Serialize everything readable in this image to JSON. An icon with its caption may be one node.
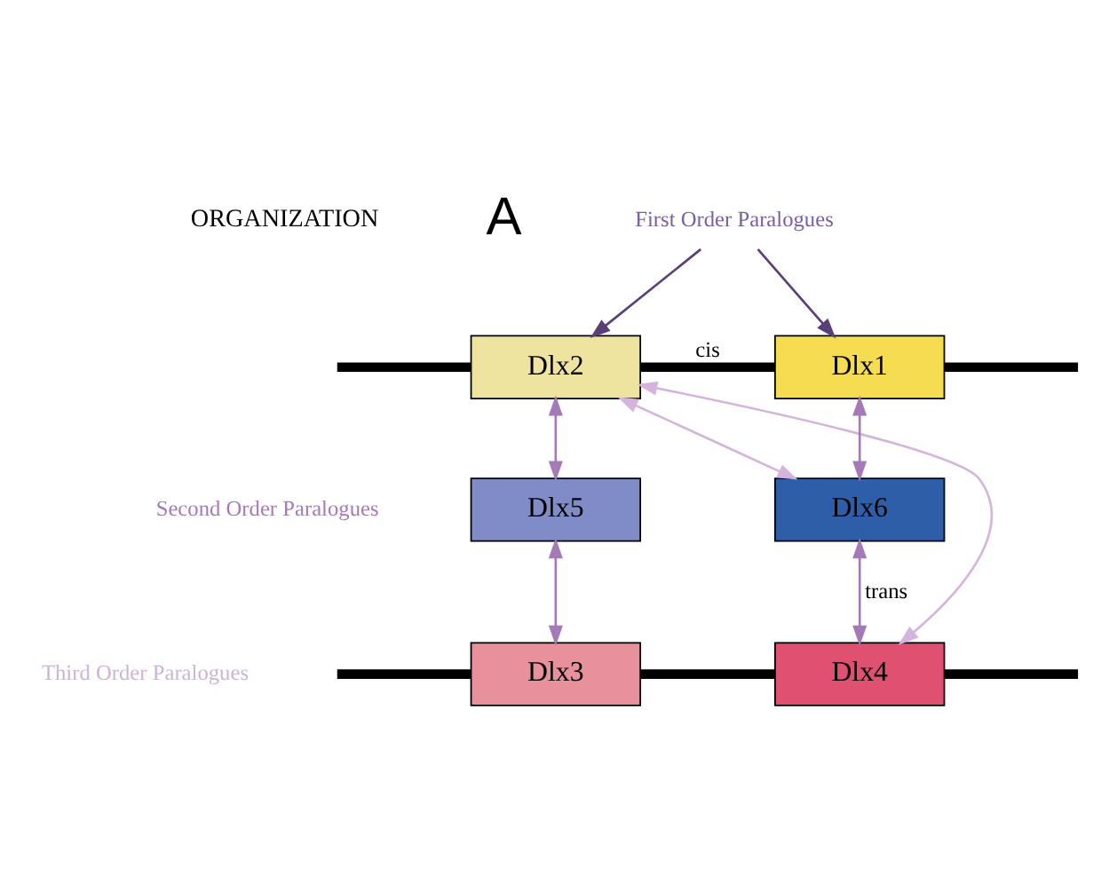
{
  "diagram": {
    "nodes": [
      {
        "text": [
          "First Order Paralogues"
        ]
      },
      {
        "text": [
          "Dlx2"
        ]
      },
      {
        "text": [
          "Dlx1"
        ]
      },
      {
        "text": [
          "Dlx5"
        ]
      },
      {
        "text": [
          "Dlx6"
        ]
      },
      {
        "text": [
          "Dlx3"
        ]
      },
      {
        "text": [
          "Dlx4"
        ]
      }
    ],
    "edges": [
      {
        "from": 0,
        "to": 1,
        "arrow": "to",
        "color": "#5a3f7a"
      },
      {
        "from": 0,
        "to": 2,
        "arrow": "to",
        "color": "#5a3f7a"
      },
      {
        "from": null,
        "to": 1,
        "arrow": "none",
        "style": "thick",
        "color": "#000000"
      },
      {
        "from": 1,
        "to": 2,
        "arrow": "none",
        "label": "cis",
        "style": "thick",
        "color": "#000000"
      },
      {
        "from": 2,
        "to": null,
        "arrow": "none",
        "style": "thick",
        "color": "#000000"
      },
      {
        "from": 1,
        "to": 3,
        "arrow": "both",
        "color": "#a47ab8"
      },
      {
        "from": 2,
        "to": 4,
        "arrow": "both",
        "color": "#a47ab8"
      },
      {
        "from": 1,
        "to": 4,
        "arrow": "both",
        "color": "#d4b4dc"
      },
      {
        "from": 1,
        "to": 6,
        "arrow": "both",
        "color": "#d4b4dc"
      },
      {
        "from": 3,
        "to": 5,
        "arrow": "both",
        "color": "#a47ab8"
      },
      {
        "from": 4,
        "to": 6,
        "arrow": "both",
        "label": "trans",
        "color": "#a47ab8"
      },
      {
        "from": null,
        "to": 5,
        "arrow": "none",
        "style": "thick",
        "color": "#000000"
      },
      {
        "from": 5,
        "to": 6,
        "arrow": "none",
        "style": "thick",
        "color": "#000000"
      },
      {
        "from": 6,
        "to": null,
        "arrow": "none",
        "style": "thick",
        "color": "#000000"
      }
    ],
    "labels": [
      "ORGANIZATION",
      "A",
      "Second Order Paralogues",
      "Third Order Paralogues"
    ]
  }
}
